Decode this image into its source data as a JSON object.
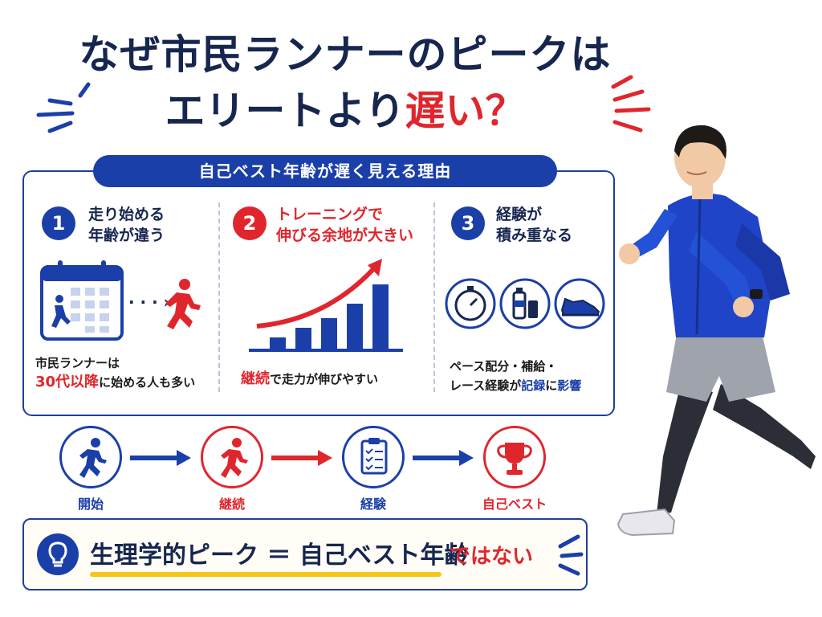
{
  "title": {
    "line1": "なぜ市民ランナーのピークは",
    "line2_main": "エリートより",
    "line2_accent": "遅い？"
  },
  "banner": "自己ベスト年齢が遅く見える理由",
  "reasons": [
    {
      "number": "1",
      "heading_l1": "走り始める",
      "heading_l2": "年齢が違う",
      "caption_l1": "市民ランナーは",
      "caption_l2_red": "30代以降",
      "caption_l2_mid": "に",
      "caption_l2_end": "始める人も多い",
      "icons": [
        "calendar-icon",
        "runner-icon"
      ]
    },
    {
      "number": "2",
      "heading_l1": "トレーニングで",
      "heading_l2": "伸びる余地が大きい",
      "caption_red": "継続",
      "caption_end": "で走力が伸びやすい",
      "icons": [
        "growth-chart-icon"
      ]
    },
    {
      "number": "3",
      "heading_l1": "経験が",
      "heading_l2": "積み重なる",
      "caption_l1": "ペース配分・補給・",
      "caption_l2_start": "レース経験が",
      "caption_l2_blue1": "記録",
      "caption_l2_mid": "に",
      "caption_l2_blue2": "影響",
      "icons": [
        "stopwatch-icon",
        "drink-bottle-icon",
        "running-shoe-icon"
      ]
    }
  ],
  "flow": [
    {
      "label": "開始",
      "icon": "runner-icon",
      "color": "#1b3fa8"
    },
    {
      "label": "継続",
      "icon": "runner-icon",
      "color": "#e0262d"
    },
    {
      "label": "経験",
      "icon": "clipboard-icon",
      "color": "#1b3fa8"
    },
    {
      "label": "自己ベスト",
      "icon": "trophy-icon",
      "color": "#e0262d"
    }
  ],
  "note": {
    "main": "生理学的ピーク ＝ 自己ベスト年齢",
    "accent": "ではない",
    "icon": "lightbulb-icon"
  },
  "colors": {
    "navy": "#16264f",
    "blue": "#1b3fa8",
    "red": "#e0262d",
    "yellow": "#f5c518"
  }
}
